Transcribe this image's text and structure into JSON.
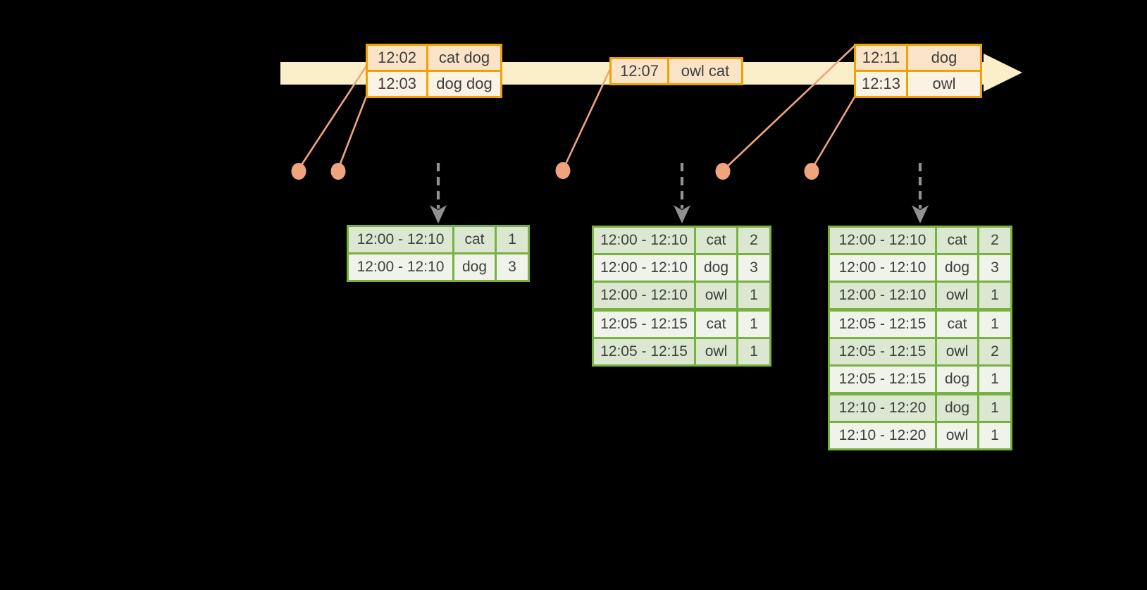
{
  "background": "#000000",
  "colors": {
    "bg": "#000000",
    "band": "#FBEFC9",
    "orange": "#F0A202",
    "peach-dark": "#FAE3C6",
    "peach-light": "#FCF2E3",
    "salmon": "#F0A47E",
    "green": "#76B23F",
    "green-row-dark": "#DBE7D0",
    "green-row-light": "#EFF3EA",
    "gray": "#919191",
    "text": "#3E3E3E"
  },
  "event_tables": [
    {
      "rows": [
        {
          "time": "12:02",
          "words": "cat dog"
        },
        {
          "time": "12:03",
          "words": "dog dog"
        }
      ]
    },
    {
      "rows": [
        {
          "time": "12:07",
          "words": "owl cat"
        }
      ]
    },
    {
      "rows": [
        {
          "time": "12:11",
          "words": "dog"
        },
        {
          "time": "12:13",
          "words": "owl"
        }
      ]
    }
  ],
  "result_tables": [
    {
      "rows": [
        {
          "window": "12:00 - 12:10",
          "word": "cat",
          "count": "1"
        },
        {
          "window": "12:00 - 12:10",
          "word": "dog",
          "count": "3"
        }
      ]
    },
    {
      "rows": [
        {
          "window": "12:00 - 12:10",
          "word": "cat",
          "count": "2"
        },
        {
          "window": "12:00 - 12:10",
          "word": "dog",
          "count": "3"
        },
        {
          "window": "12:00 - 12:10",
          "word": "owl",
          "count": "1"
        },
        {
          "window": "12:05 - 12:15",
          "word": "cat",
          "count": "1"
        },
        {
          "window": "12:05 - 12:15",
          "word": "owl",
          "count": "1"
        }
      ]
    },
    {
      "rows": [
        {
          "window": "12:00 - 12:10",
          "word": "cat",
          "count": "2"
        },
        {
          "window": "12:00 - 12:10",
          "word": "dog",
          "count": "3"
        },
        {
          "window": "12:00 - 12:10",
          "word": "owl",
          "count": "1"
        },
        {
          "window": "12:05 - 12:15",
          "word": "cat",
          "count": "1"
        },
        {
          "window": "12:05 - 12:15",
          "word": "owl",
          "count": "2"
        },
        {
          "window": "12:05 - 12:15",
          "word": "dog",
          "count": "1"
        },
        {
          "window": "12:10 - 12:20",
          "word": "dog",
          "count": "1"
        },
        {
          "window": "12:10 - 12:20",
          "word": "owl",
          "count": "1"
        }
      ]
    }
  ]
}
